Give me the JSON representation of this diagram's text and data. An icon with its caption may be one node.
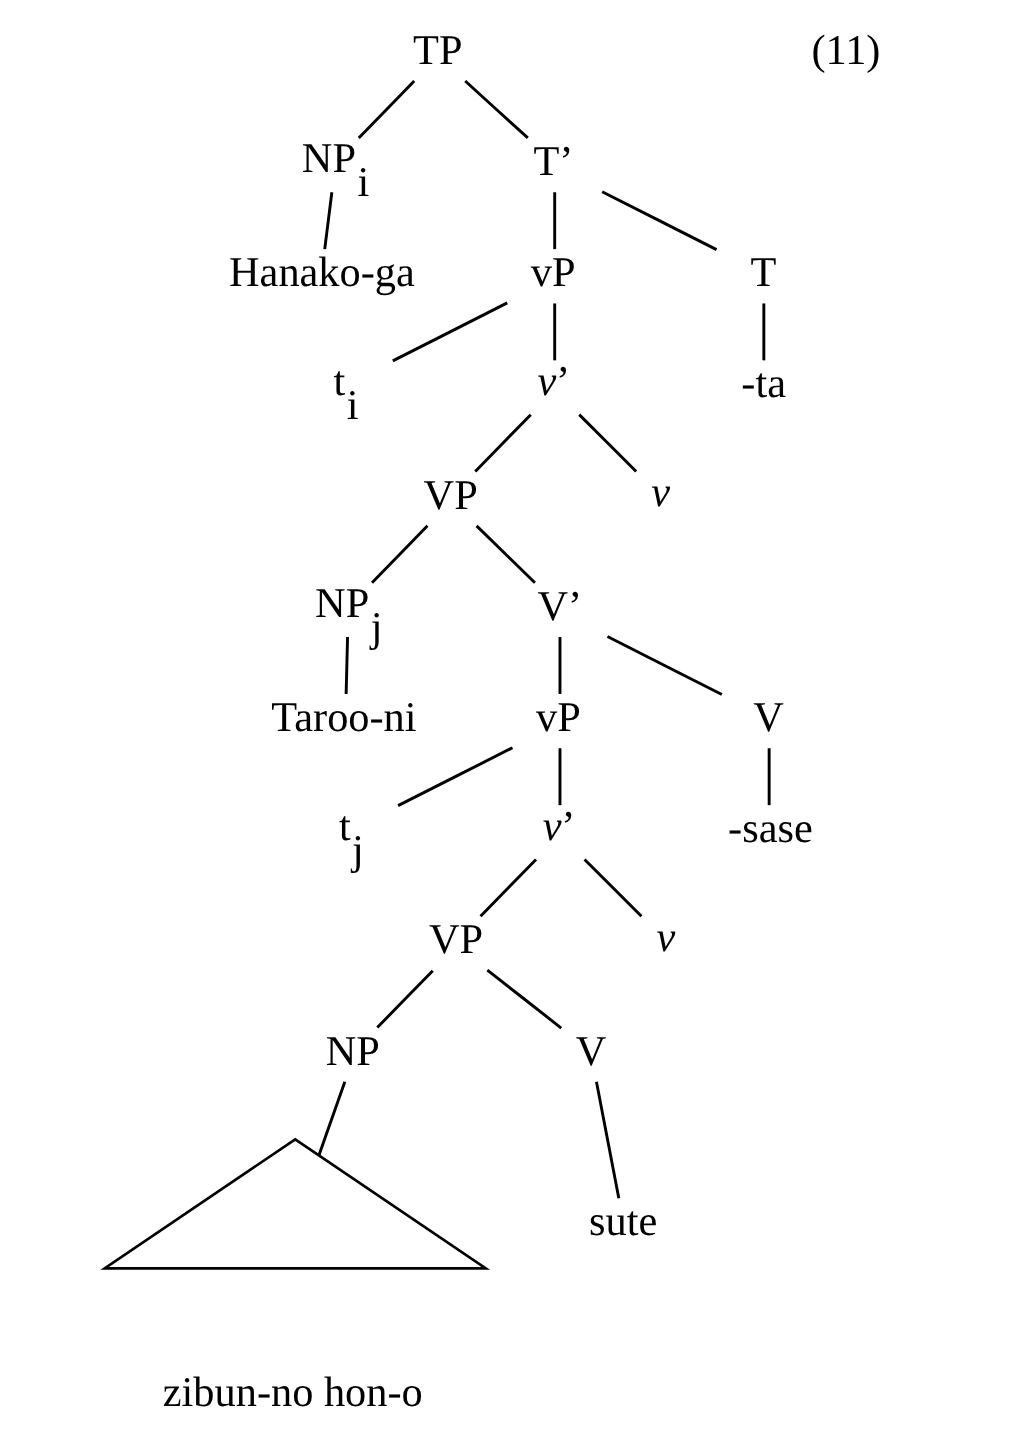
{
  "diagram": {
    "nodes": [
      {
        "text": [
          "TP"
        ]
      },
      {
        "text": [
          "NP$_{i}$"
        ]
      },
      {
        "text": [
          "T’"
        ]
      },
      {
        "text": [
          "Hanako-ga"
        ]
      },
      {
        "text": [
          "vP"
        ]
      },
      {
        "text": [
          "T"
        ]
      },
      {
        "text": [
          "t$_{i}$"
        ]
      },
      {
        "text": [
          "*v*’"
        ]
      },
      {
        "text": [
          "-ta"
        ]
      },
      {
        "text": [
          "VP"
        ]
      },
      {
        "text": [
          "*v*"
        ]
      },
      {
        "text": [
          "NP$_{j}$"
        ]
      },
      {
        "text": [
          "V’"
        ]
      },
      {
        "text": [
          "Taroo-ni"
        ]
      },
      {
        "text": [
          "vP"
        ]
      },
      {
        "text": [
          "V"
        ]
      },
      {
        "text": [
          "t$_{j}$"
        ]
      },
      {
        "text": [
          "*v*’"
        ]
      },
      {
        "text": [
          "-sase"
        ]
      },
      {
        "text": [
          "VP"
        ]
      },
      {
        "text": [
          "*v*"
        ]
      },
      {
        "text": [
          "NP"
        ]
      },
      {
        "text": [
          "V"
        ]
      },
      {
        "text": [],
        "shape": "triangle",
        "beside": [
          "zibun-no hon-o"
        ]
      },
      {
        "text": [
          "sute"
        ]
      }
    ],
    "edges": [
      {
        "from": 0,
        "to": 1,
        "arrow": "none"
      },
      {
        "from": 0,
        "to": 2,
        "arrow": "none"
      },
      {
        "from": 1,
        "to": 3,
        "arrow": "none"
      },
      {
        "from": 2,
        "to": 4,
        "arrow": "none"
      },
      {
        "from": 2,
        "to": 5,
        "arrow": "none"
      },
      {
        "from": 4,
        "to": 6,
        "arrow": "none"
      },
      {
        "from": 4,
        "to": 7,
        "arrow": "none"
      },
      {
        "from": 5,
        "to": 8,
        "arrow": "none"
      },
      {
        "from": 7,
        "to": 9,
        "arrow": "none"
      },
      {
        "from": 7,
        "to": 10,
        "arrow": "none"
      },
      {
        "from": 9,
        "to": 11,
        "arrow": "none"
      },
      {
        "from": 9,
        "to": 12,
        "arrow": "none"
      },
      {
        "from": 11,
        "to": 13,
        "arrow": "none"
      },
      {
        "from": 12,
        "to": 14,
        "arrow": "none"
      },
      {
        "from": 12,
        "to": 15,
        "arrow": "none"
      },
      {
        "from": 14,
        "to": 16,
        "arrow": "none"
      },
      {
        "from": 14,
        "to": 17,
        "arrow": "none"
      },
      {
        "from": 15,
        "to": 18,
        "arrow": "none"
      },
      {
        "from": 17,
        "to": 19,
        "arrow": "none"
      },
      {
        "from": 17,
        "to": 20,
        "arrow": "none"
      },
      {
        "from": 19,
        "to": 21,
        "arrow": "none"
      },
      {
        "from": 19,
        "to": 22,
        "arrow": "none"
      },
      {
        "from": 21,
        "to": 23,
        "arrow": "none"
      },
      {
        "from": 22,
        "to": 24,
        "arrow": "none"
      }
    ],
    "labels": [
      "(11)"
    ]
  }
}
